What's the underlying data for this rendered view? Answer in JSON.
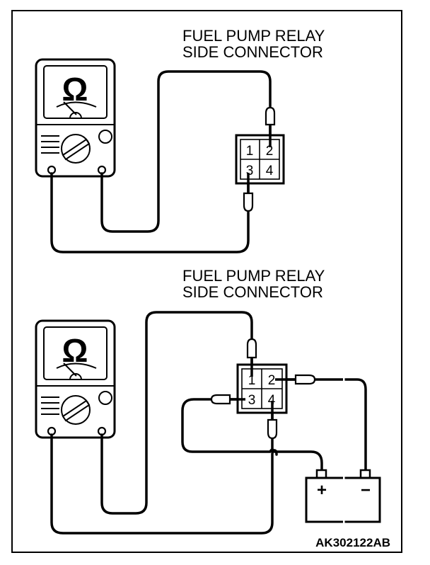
{
  "diagram": {
    "figure_code": "AK302122AB",
    "panels": [
      {
        "id": "top",
        "title_line1": "FUEL PUMP RELAY",
        "title_line2": "SIDE CONNECTOR",
        "meter_symbol": "Ω",
        "meter_icon": "ohmmeter-icon",
        "connector_pins": [
          "1",
          "2",
          "3",
          "4"
        ],
        "probe_pins": [
          "2",
          "3"
        ]
      },
      {
        "id": "bottom",
        "title_line1": "FUEL PUMP RELAY",
        "title_line2": "SIDE CONNECTOR",
        "meter_symbol": "Ω",
        "meter_icon": "ohmmeter-icon",
        "connector_pins": [
          "1",
          "2",
          "3",
          "4"
        ],
        "probe_pins": [
          "1",
          "4"
        ],
        "battery": {
          "positive": "+",
          "negative": "−",
          "icon": "battery-icon",
          "positive_to_pin": "3",
          "negative_to_pin": "2"
        }
      }
    ],
    "colors": {
      "ink": "#000000",
      "paper": "#ffffff"
    }
  }
}
